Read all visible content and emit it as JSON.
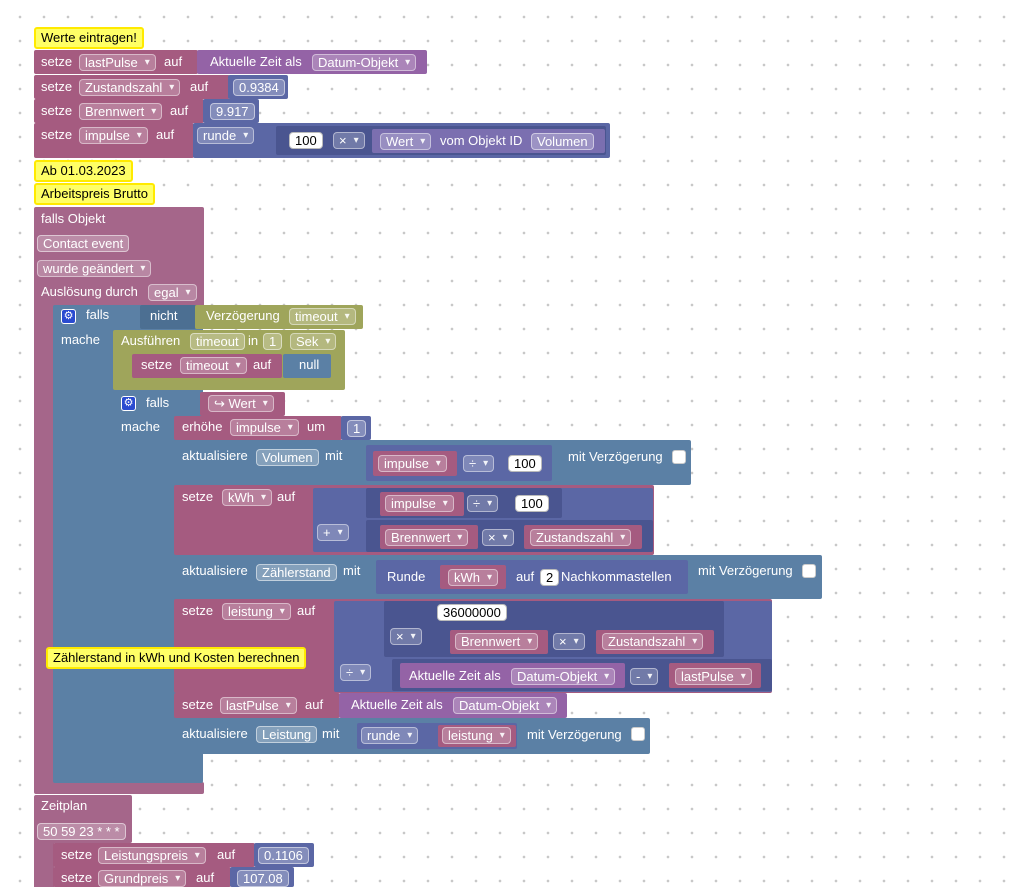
{
  "comments": {
    "werte": "Werte eintragen!",
    "ab": "Ab 01.03.2023",
    "arbeitspreis": "Arbeitspreis Brutto",
    "zaehlerstand": "Zählerstand in kWh und Kosten berechnen"
  },
  "kw": {
    "setze": "setze",
    "auf": "auf",
    "aktuelle_zeit_als": "Aktuelle Zeit als",
    "runde": "runde",
    "vom_objekt_id": "vom Objekt ID",
    "falls_objekt": "falls Objekt",
    "falls": "falls",
    "mache": "mache",
    "nicht": "nicht",
    "verzoegerung": "Verzögerung",
    "ausfuehren": "Ausführen",
    "in": "in",
    "null": "null",
    "erhoehe": "erhöhe",
    "um": "um",
    "aktualisiere": "aktualisiere",
    "mit": "mit",
    "mit_verzoegerung": "mit Verzögerung",
    "runde_cap": "Runde",
    "nachkommastellen": "Nachkommastellen",
    "ausloesung_durch": "Auslösung durch",
    "zeitplan": "Zeitplan"
  },
  "vars": {
    "lastPulse": "lastPulse",
    "zustandszahl": "Zustandszahl",
    "brennwert": "Brennwert",
    "impulse": "impulse",
    "timeout": "timeout",
    "kwh": "kWh",
    "leistung": "leistung",
    "leistungspreis": "Leistungspreis",
    "grundpreis": "Grundpreis"
  },
  "values": {
    "zustandszahl": "0.9384",
    "brennwert": "9.917",
    "hundert": "100",
    "eins": "1",
    "zwei": "2",
    "big": "36000000",
    "leistungspreis": "0.1106",
    "grundpreis": "107.08",
    "cron": "50 59 23 * * *"
  },
  "options": {
    "datum_objekt": "Datum-Objekt",
    "runde": "runde",
    "mul": "×",
    "div": "÷",
    "plus": "+",
    "minus": "-",
    "wert": "Wert",
    "sek": "Sek",
    "egal": "egal",
    "wurde_geaendert": "wurde geändert",
    "wert_arrow": "↪ Wert"
  },
  "objects": {
    "volumen": "Volumen",
    "contact_event": "Contact event",
    "zaehlerstand": "Zählerstand",
    "leistung": "Leistung"
  },
  "colors": {
    "variables": "#a55b80",
    "math": "#5b67a5",
    "logic": "#5b80a5",
    "timeouts": "#9fa55b",
    "datetime": "#9463a6",
    "comment": "#ffff66"
  },
  "icons": {
    "gear": "gear-icon"
  }
}
